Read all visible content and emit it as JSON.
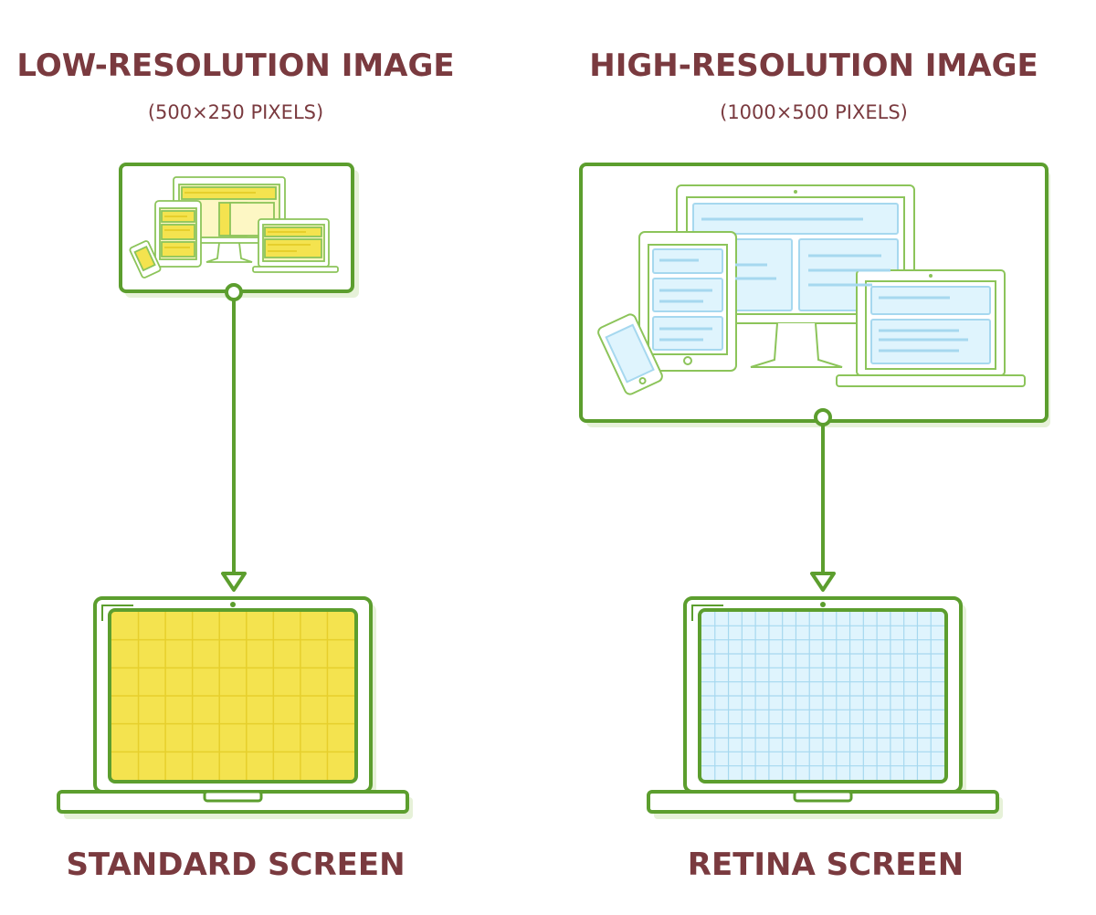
{
  "colors": {
    "text": "#7a3a3f",
    "outline": "#5c9e2e",
    "outline_light": "#8cc45a",
    "shadow": "#e6f1d8",
    "low_res_fill": "#f4e34f",
    "low_res_grid": "#e6cf2c",
    "high_res_fill": "#dff4fd",
    "high_res_grid": "#a6d8ef"
  },
  "low_res": {
    "title": "LOW-RESOLUTION IMAGE",
    "dimensions": "(500×250 PIXELS)",
    "screen_label": "STANDARD SCREEN",
    "grid_columns": 9,
    "grid_rows": 6
  },
  "high_res": {
    "title": "HIGH-RESOLUTION IMAGE",
    "dimensions": "(1000×500 PIXELS)",
    "screen_label": "RETINA SCREEN",
    "grid_columns": 18,
    "grid_rows": 12
  }
}
